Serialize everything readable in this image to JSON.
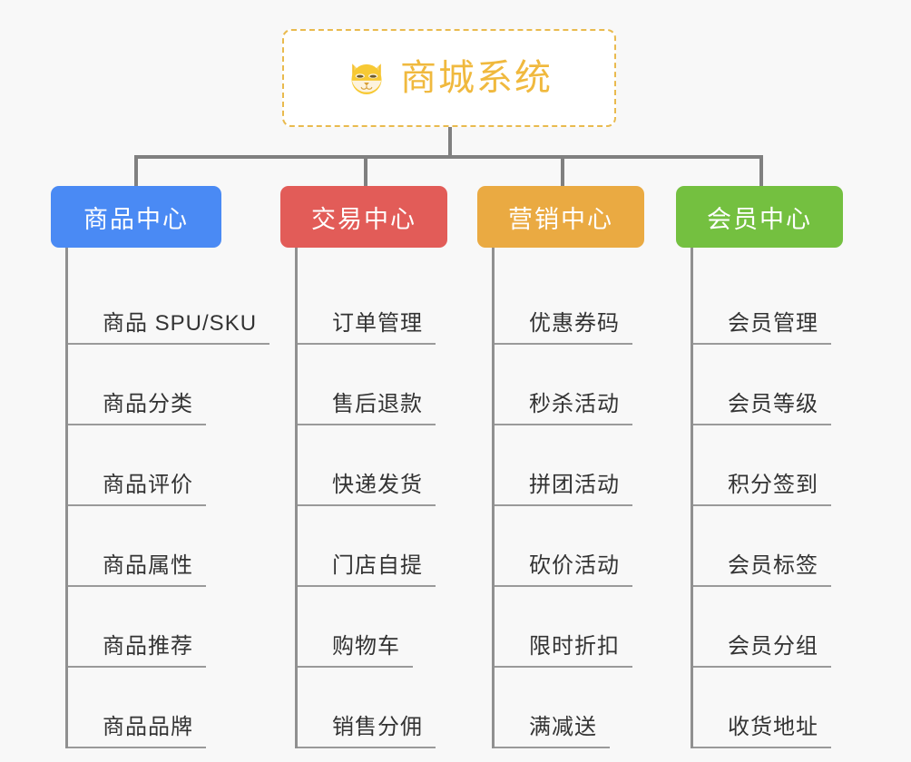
{
  "canvas": {
    "background": "#f8f8f8",
    "connector_color": "#808080"
  },
  "root": {
    "title": "商城系统",
    "icon": "shiba-dog-face-icon",
    "text_color": "#f0b93e",
    "border_color": "#e9ba4e",
    "background": "#ffffff"
  },
  "columns": [
    {
      "header": "商品中心",
      "color": "#4a8af4",
      "items": [
        "商品 SPU/SKU",
        "商品分类",
        "商品评价",
        "商品属性",
        "商品推荐",
        "商品品牌"
      ]
    },
    {
      "header": "交易中心",
      "color": "#e25c58",
      "items": [
        "订单管理",
        "售后退款",
        "快递发货",
        "门店自提",
        "购物车",
        "销售分佣"
      ]
    },
    {
      "header": "营销中心",
      "color": "#eaaa42",
      "items": [
        "优惠券码",
        "秒杀活动",
        "拼团活动",
        "砍价活动",
        "限时折扣",
        "满减送"
      ]
    },
    {
      "header": "会员中心",
      "color": "#74c040",
      "items": [
        "会员管理",
        "会员等级",
        "积分签到",
        "会员标签",
        "会员分组",
        "收货地址"
      ]
    }
  ]
}
